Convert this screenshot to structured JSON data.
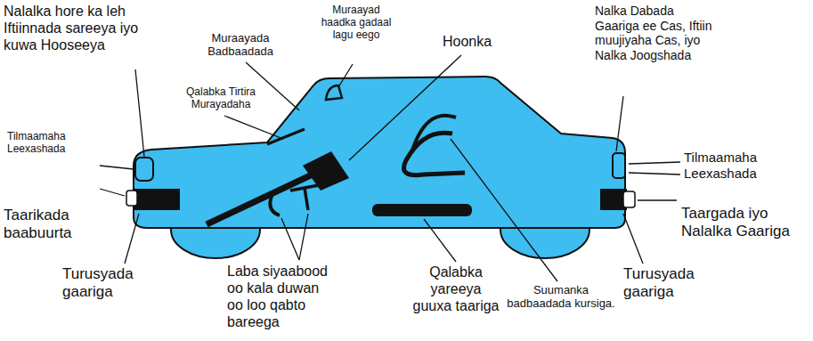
{
  "diagram": {
    "labels": [
      "Nalalka hore ka leh Iftiinnada sareeya iyo kuwa Hooseeya",
      "Muraayada Badbaadada",
      "Muraayad haadka gadaal lagu eego",
      "Hoonka",
      "Nalka Dabada Gaariga ee Cas, Iftiin muujiyaha Cas, iyo Nalka Joogshada",
      "Qalabka Tirtira Murayadaha",
      "Tilmaamaha Leexashada",
      "Tilmaamaha Leexashada",
      "Taarikada baabuurta",
      "Taargada iyo Nalalka Gaariga",
      "Turusyada gaariga",
      "Turusyada gaariga",
      "Laba siyaabood oo kala duwan oo loo qabto bareega",
      "Qalabka yareeya guuxa taariga",
      "Suumanka badbaadada kursiga."
    ]
  }
}
